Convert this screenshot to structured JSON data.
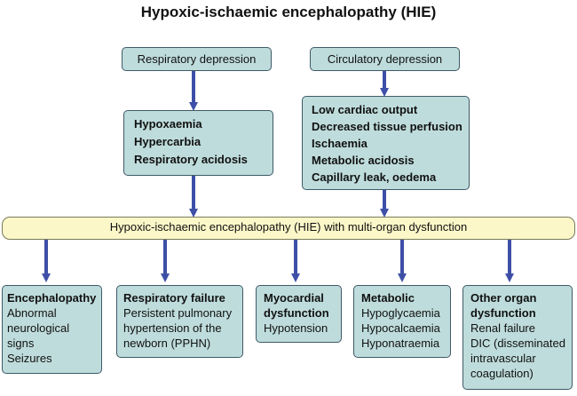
{
  "title": "Hypoxic-ischaemic encephalopathy (HIE)",
  "causes": {
    "respiratory": "Respiratory depression",
    "circulatory": "Circulatory depression"
  },
  "respiratory_effects": [
    "Hypoxaemia",
    "Hypercarbia",
    "Respiratory acidosis"
  ],
  "circulatory_effects": [
    "Low cardiac output",
    "Decreased tissue perfusion",
    "Ischaemia",
    "Metabolic acidosis",
    "Capillary leak, oedema"
  ],
  "hie_bar": "Hypoxic-ischaemic encephalopathy (HIE) with multi-organ dysfunction",
  "outcomes": [
    {
      "heading": [
        "Encephalopathy"
      ],
      "items": [
        "Abnormal",
        "neurological",
        "signs",
        "Seizures"
      ]
    },
    {
      "heading": [
        "Respiratory failure"
      ],
      "items": [
        "Persistent pulmonary",
        "hypertension of the",
        "newborn (PPHN)"
      ]
    },
    {
      "heading": [
        "Myocardial",
        "dysfunction"
      ],
      "items": [
        "Hypotension"
      ]
    },
    {
      "heading": [
        "Metabolic"
      ],
      "items": [
        "Hypoglycaemia",
        "Hypocalcaemia",
        "Hyponatraemia"
      ]
    },
    {
      "heading": [
        "Other organ",
        "dysfunction"
      ],
      "items": [
        "Renal failure",
        "DIC (disseminated",
        "intravascular",
        "coagulation)"
      ]
    }
  ],
  "colors": {
    "box_fill": "#bfdcdc",
    "box_border": "#3e5a66",
    "bar_fill": "#fbf7c8",
    "arrow": "#3d4fa6"
  }
}
